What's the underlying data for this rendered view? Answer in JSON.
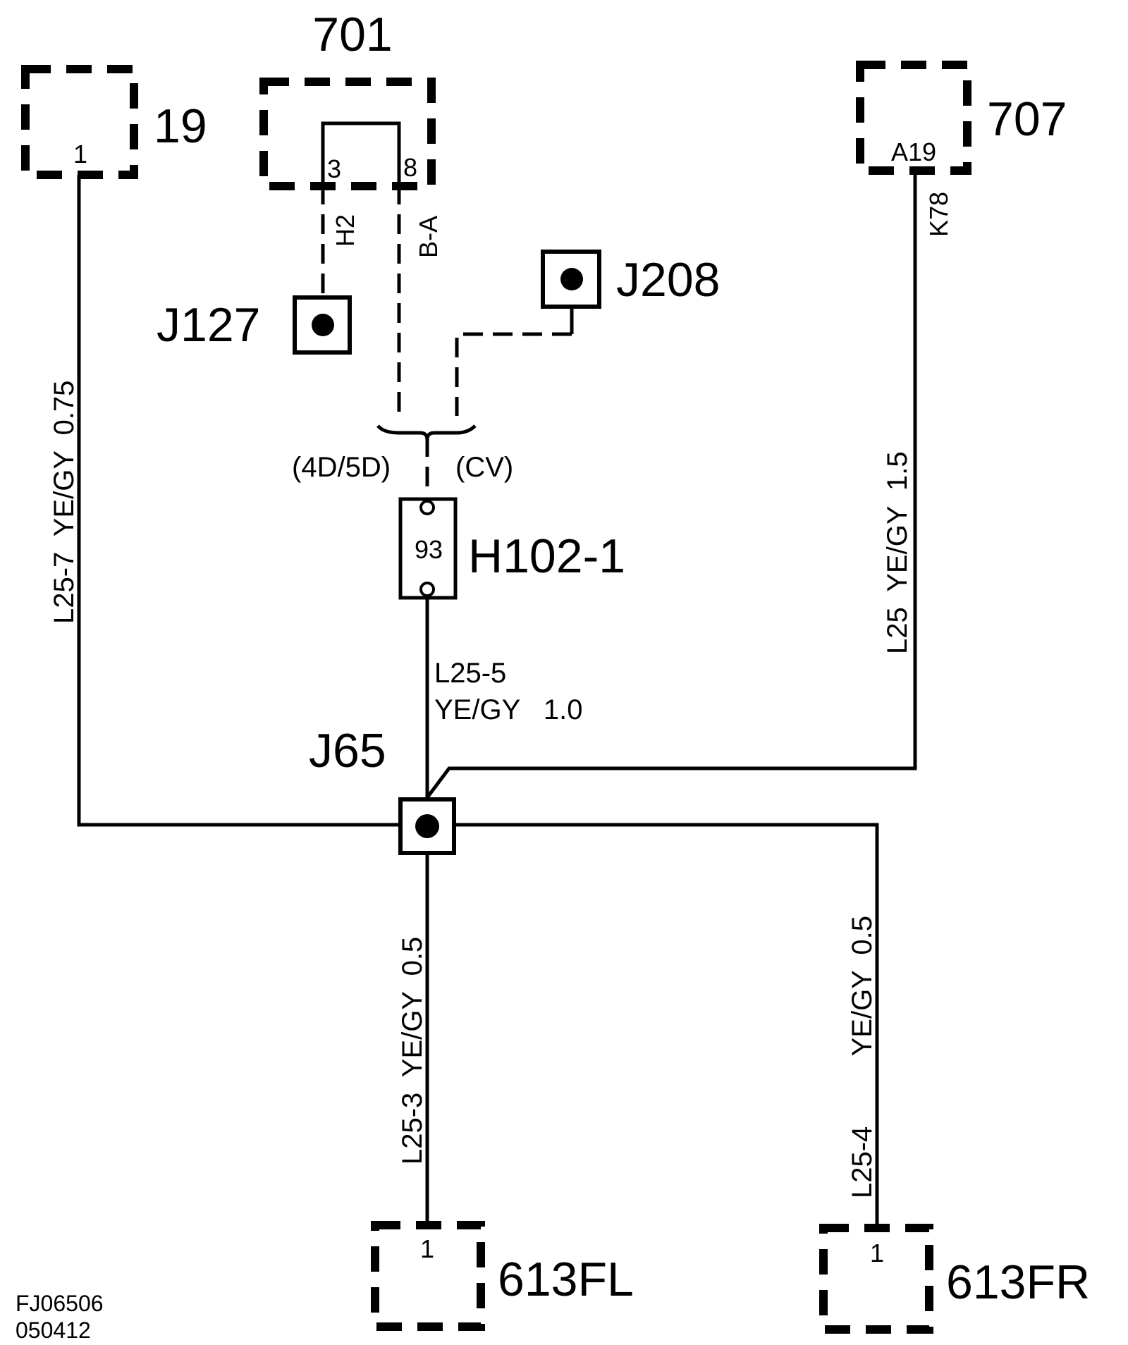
{
  "components": {
    "c19": {
      "label": "19",
      "pin": "1"
    },
    "c701": {
      "label": "701",
      "pin_a": "3",
      "pin_b": "8"
    },
    "c707": {
      "label": "707",
      "pin": "A19"
    },
    "c613fl": {
      "label": "613FL",
      "pin": "1"
    },
    "c613fr": {
      "label": "613FR",
      "pin": "1"
    },
    "h102": {
      "label": "H102-1",
      "pin": "93"
    }
  },
  "splices": {
    "j127": "J127",
    "j208": "J208",
    "j65": "J65"
  },
  "wires": {
    "w_l25_7": "L25-7  YE/GY  0.75",
    "w_h2": "H2",
    "w_ba": "B-A",
    "w_k78": "K78",
    "w_l25": "L25  YE/GY  1.5",
    "w_l25_5_a": "L25-5",
    "w_l25_5_b": "YE/GY   1.0",
    "w_l25_3": "L25-3  YE/GY  0.5",
    "w_l25_4": "L25-4         YE/GY  0.5"
  },
  "variants": {
    "left": "(4D/5D)",
    "right": "(CV)"
  },
  "footer": {
    "code": "FJ06506",
    "date": "050412"
  }
}
